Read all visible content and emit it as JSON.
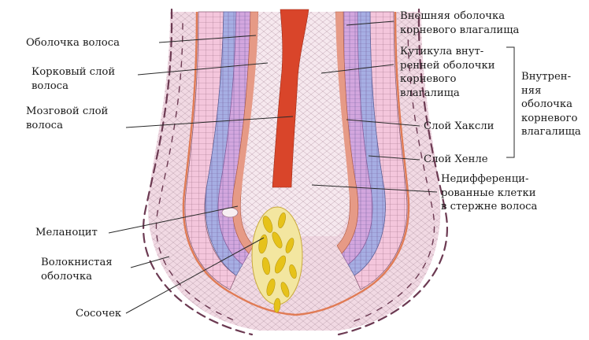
{
  "colors": {
    "outer_root_sheath": "#f4c6dc",
    "henle_layer": "#a6aee3",
    "huxley_layer": "#d3a6de",
    "cuticle": "#e69a86",
    "cortex": "#f1d9e3",
    "medulla": "#d9452a",
    "papilla": "#f3e6a0",
    "papilla_nuclei": "#e6c21a",
    "fibrous_sheath_dash": "#6c3a52",
    "melanocyte": "#f7eef2"
  },
  "labels": {
    "left": {
      "hair_sheath": "Оболочка волоса",
      "cortex": "Корковый слой\nволоса",
      "medulla": "Мозговой слой\nволоса",
      "melanocyte": "Меланоцит",
      "fibrous_sheath": "Волокнистая\nоболочка",
      "papilla": "Сосочек"
    },
    "right": {
      "outer_root_sheath": "Внешняя оболочка\nкорневого влагалища",
      "cuticle": "Кутикула внут-\nренней оболочки\nкорневого\nвлагалища",
      "huxley": "Слой Хаксли",
      "henle": "Слой Хенле",
      "undifferentiated": "Недифференци-\nрованные клетки\nв стержне волоса"
    },
    "bracket": {
      "inner_root_sheath": "Внутрен-\nняя\nоболочка\nкорневого\nвлагалища"
    }
  }
}
